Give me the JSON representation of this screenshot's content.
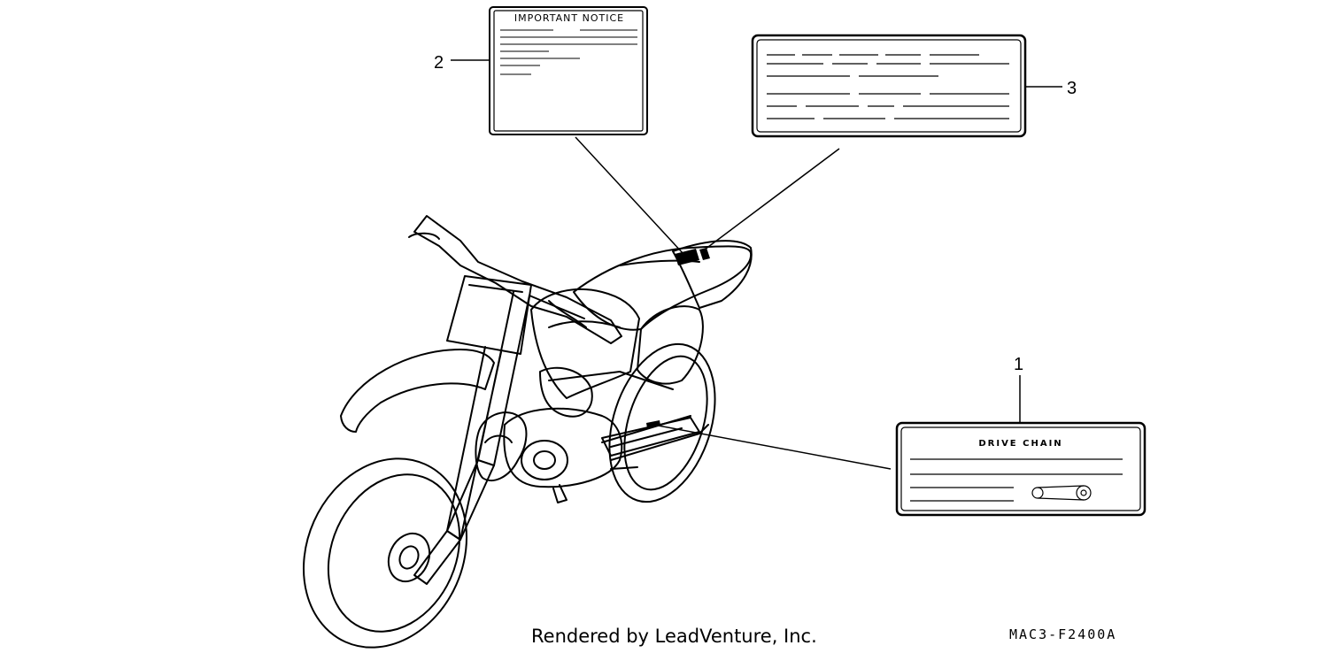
{
  "labels": {
    "label_2": {
      "callout": "2",
      "title": "IMPORTANT NOTICE"
    },
    "label_3": {
      "callout": "3"
    },
    "label_1": {
      "callout": "1",
      "title": "DRIVE CHAIN"
    }
  },
  "footer": {
    "credit": "Rendered by LeadVenture, Inc.",
    "diagram_code": "MAC3-F2400A"
  }
}
